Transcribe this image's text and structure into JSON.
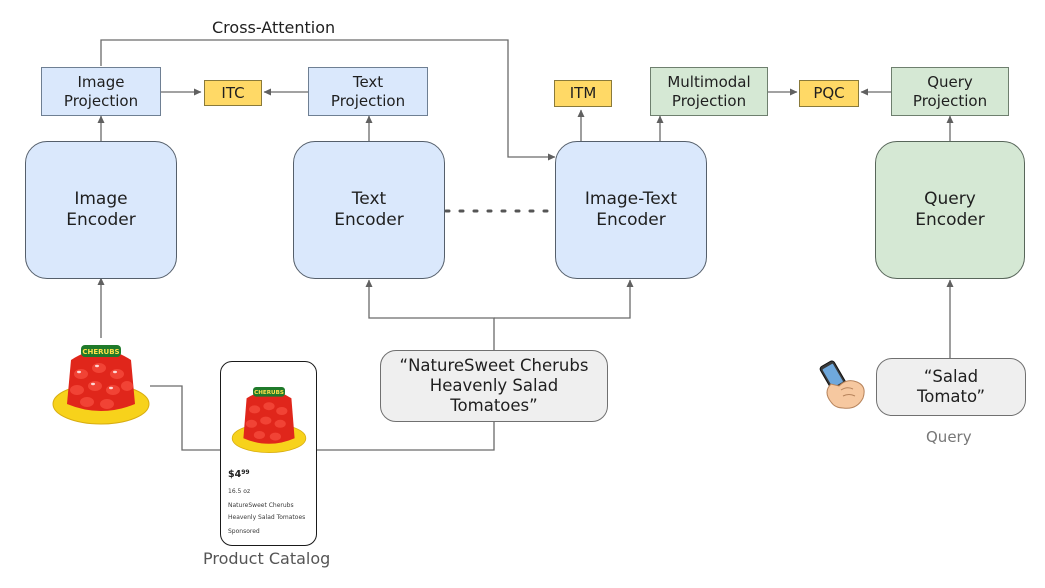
{
  "labels": {
    "cross_attention": "Cross-Attention",
    "product_catalog": "Product Catalog",
    "query": "Query"
  },
  "projections": {
    "image": "Image\nProjection",
    "text": "Text\nProjection",
    "multimodal": "Multimodal\nProjection",
    "query": "Query\nProjection"
  },
  "losses": {
    "itc": "ITC",
    "itm": "ITM",
    "pqc": "PQC"
  },
  "encoders": {
    "image": "Image\nEncoder",
    "text": "Text\nEncoder",
    "image_text": "Image-Text\nEncoder",
    "query": "Query\nEncoder"
  },
  "inputs": {
    "product_text": "“NatureSweet Cherubs\nHeavenly Salad\nTomatoes”",
    "query_text": "“Salad\nTomato”"
  },
  "product_card": {
    "price_dollars": "$4",
    "price_cents": "99",
    "size": "16.5 oz",
    "name_line1": "NatureSweet Cherubs",
    "name_line2": "Heavenly Salad Tomatoes",
    "sponsored": "Sponsored",
    "brand_logo": "CHERUBS"
  },
  "colors": {
    "encoder_blue": "#dae8fc",
    "encoder_green": "#d5e8d4",
    "loss_yellow": "#ffd966",
    "input_grey": "#efefef",
    "tomato_red": "#e0261b",
    "tray_yellow": "#f7d21b"
  },
  "icons": [
    "tomato-package-icon",
    "hand-phone-icon"
  ]
}
